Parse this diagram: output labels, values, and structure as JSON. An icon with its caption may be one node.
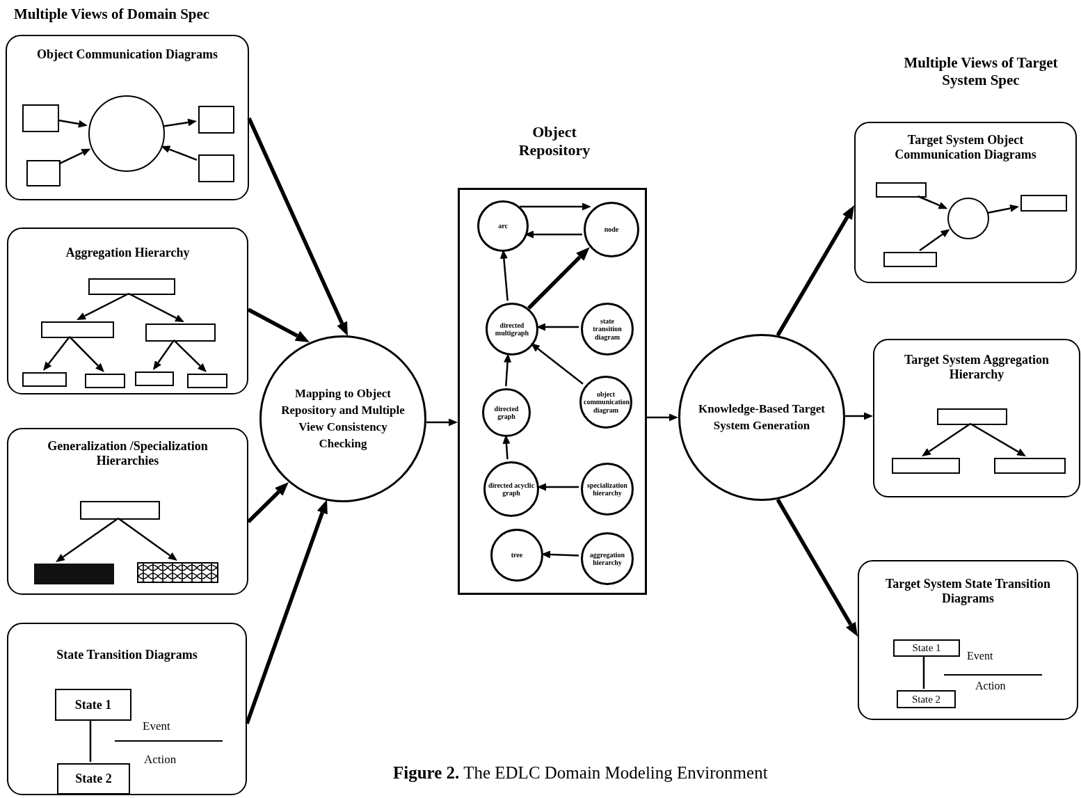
{
  "diagram": {
    "caption": "**Figure 2.** The EDLC Domain Modeling Environment",
    "nodes": [
      {
        "text": [
          "Object Communication Diagrams"
        ]
      },
      {
        "text": [],
        "shape": "box",
        "in": 0
      },
      {
        "text": [],
        "shape": "box",
        "in": 0
      },
      {
        "text": [],
        "shape": "circle",
        "in": 0
      },
      {
        "text": [],
        "shape": "box",
        "in": 0
      },
      {
        "text": [],
        "shape": "box",
        "in": 0
      },
      {
        "text": [
          "Aggregation Hierarchy"
        ]
      },
      {
        "text": [],
        "shape": "box",
        "in": 6
      },
      {
        "text": [],
        "shape": "box",
        "in": 6
      },
      {
        "text": [],
        "shape": "box",
        "in": 6
      },
      {
        "text": [],
        "shape": "box",
        "in": 6
      },
      {
        "text": [],
        "shape": "box",
        "in": 6
      },
      {
        "text": [],
        "shape": "box",
        "in": 6
      },
      {
        "text": [],
        "shape": "box",
        "in": 6
      },
      {
        "text": [
          "Generalization /Specialization Hierarchies"
        ]
      },
      {
        "text": [],
        "shape": "box",
        "in": 14
      },
      {
        "text": [],
        "shape": "bar",
        "in": 14
      },
      {
        "text": [],
        "shape": "box",
        "in": 14
      },
      {
        "text": [
          "State Transition Diagrams"
        ]
      },
      {
        "text": [
          "State 1"
        ],
        "in": 18
      },
      {
        "text": [
          "State 2"
        ],
        "in": 18
      },
      {
        "text": [
          "Mapping to Object Repository and Multiple View Consistency Checking"
        ]
      },
      {
        "text": [
          "Object Repository"
        ]
      },
      {
        "text": [
          "arc"
        ],
        "in": 22
      },
      {
        "text": [
          "node"
        ],
        "in": 22
      },
      {
        "text": [
          "directed multigraph"
        ],
        "in": 22
      },
      {
        "text": [
          "state transition diagram"
        ],
        "in": 22
      },
      {
        "text": [
          "directed graph"
        ],
        "in": 22
      },
      {
        "text": [
          "object communication diagram"
        ],
        "in": 22
      },
      {
        "text": [
          "directed acyclic graph"
        ],
        "in": 22
      },
      {
        "text": [
          "specialization hierarchy"
        ],
        "in": 22
      },
      {
        "text": [
          "tree"
        ],
        "in": 22
      },
      {
        "text": [
          "aggregation hierarchy"
        ],
        "in": 22
      },
      {
        "text": [
          "Knowledge-Based Target System Generation"
        ]
      },
      {
        "text": [
          "Target System Object Communication Diagrams"
        ]
      },
      {
        "text": [],
        "shape": "box",
        "in": 34
      },
      {
        "text": [],
        "shape": "box",
        "in": 34
      },
      {
        "text": [],
        "shape": "circle",
        "in": 34
      },
      {
        "text": [],
        "shape": "box",
        "in": 34
      },
      {
        "text": [
          "Target System Aggregation Hierarchy"
        ]
      },
      {
        "text": [],
        "shape": "box",
        "in": 39
      },
      {
        "text": [],
        "shape": "box",
        "in": 39
      },
      {
        "text": [],
        "shape": "box",
        "in": 39
      },
      {
        "text": [
          "Target System State Transition Diagrams"
        ]
      },
      {
        "text": [
          "State 1"
        ],
        "in": 43
      },
      {
        "text": [
          "State 2"
        ],
        "in": 43
      }
    ],
    "edges": [
      {
        "from": 1,
        "to": 3,
        "arrow": "to"
      },
      {
        "from": 2,
        "to": 3,
        "arrow": "to"
      },
      {
        "from": 3,
        "to": 4,
        "arrow": "to"
      },
      {
        "from": 5,
        "to": 3,
        "arrow": "to"
      },
      {
        "from": 7,
        "to": 8,
        "arrow": "to"
      },
      {
        "from": 7,
        "to": 9,
        "arrow": "to"
      },
      {
        "from": 8,
        "to": 10,
        "arrow": "to"
      },
      {
        "from": 8,
        "to": 11,
        "arrow": "to"
      },
      {
        "from": 9,
        "to": 12,
        "arrow": "to"
      },
      {
        "from": 9,
        "to": 13,
        "arrow": "to"
      },
      {
        "from": 15,
        "to": 16,
        "arrow": "to"
      },
      {
        "from": 15,
        "to": 17,
        "arrow": "to"
      },
      {
        "from": 19,
        "to": 20,
        "arrow": "none"
      },
      {
        "from": 0,
        "to": 21,
        "arrow": "to",
        "style": "thick"
      },
      {
        "from": 6,
        "to": 21,
        "arrow": "to",
        "style": "thick"
      },
      {
        "from": 14,
        "to": 21,
        "arrow": "to",
        "style": "thick"
      },
      {
        "from": 18,
        "to": 21,
        "arrow": "to",
        "style": "thick"
      },
      {
        "from": 21,
        "to": 22,
        "arrow": "to"
      },
      {
        "from": 22,
        "to": 33,
        "arrow": "to"
      },
      {
        "from": 23,
        "to": 24,
        "arrow": "to"
      },
      {
        "from": 24,
        "to": 23,
        "arrow": "to"
      },
      {
        "from": 25,
        "to": 23,
        "arrow": "to"
      },
      {
        "from": 25,
        "to": 24,
        "arrow": "to",
        "style": "thick"
      },
      {
        "from": 26,
        "to": 25,
        "arrow": "to"
      },
      {
        "from": 28,
        "to": 25,
        "arrow": "to"
      },
      {
        "from": 27,
        "to": 25,
        "arrow": "to"
      },
      {
        "from": 29,
        "to": 27,
        "arrow": "to"
      },
      {
        "from": 30,
        "to": 29,
        "arrow": "to"
      },
      {
        "from": 32,
        "to": 31,
        "arrow": "to"
      },
      {
        "from": 33,
        "to": 34,
        "arrow": "to",
        "style": "thick"
      },
      {
        "from": 33,
        "to": 39,
        "arrow": "to"
      },
      {
        "from": 33,
        "to": 43,
        "arrow": "to",
        "style": "thick"
      },
      {
        "from": 35,
        "to": 37,
        "arrow": "to"
      },
      {
        "from": 36,
        "to": 37,
        "arrow": "to"
      },
      {
        "from": 37,
        "to": 38,
        "arrow": "to"
      },
      {
        "from": 40,
        "to": 41,
        "arrow": "to"
      },
      {
        "from": 40,
        "to": 42,
        "arrow": "to"
      },
      {
        "from": 44,
        "to": 45,
        "arrow": "none"
      }
    ],
    "labels": [
      "Multiple Views of Domain Spec",
      "Event",
      "Action",
      "Multiple Views of Target System Spec",
      "Event",
      "Action"
    ]
  }
}
